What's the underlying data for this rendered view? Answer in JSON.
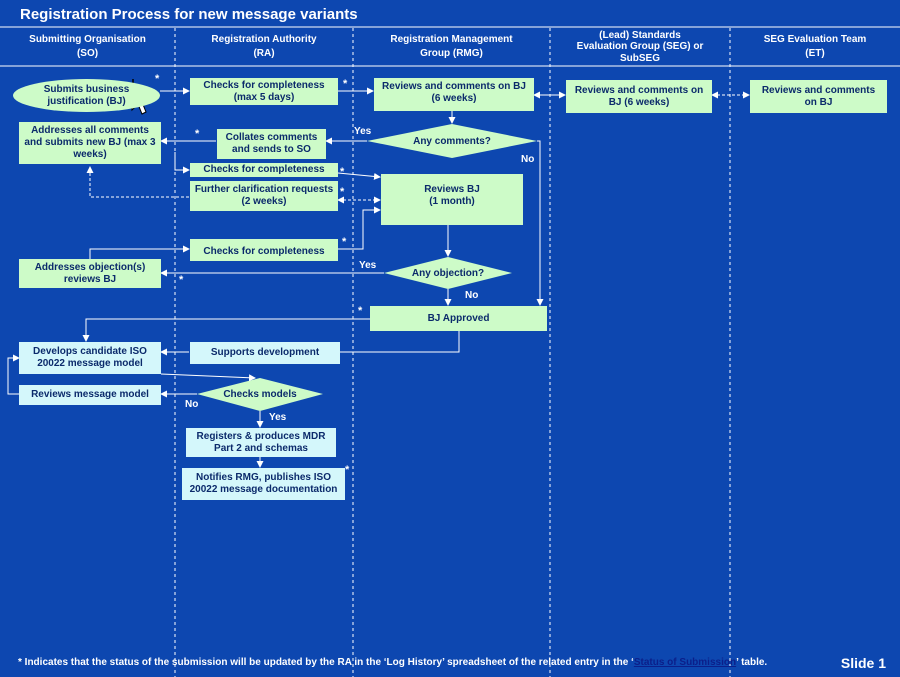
{
  "title": "Registration Process for new message variants",
  "lanes": [
    {
      "line1": "Submitting Organisation",
      "line2": "(SO)"
    },
    {
      "line1": "Registration Authority",
      "line2": "(RA)"
    },
    {
      "line1": "Registration Management",
      "line2": "Group (RMG)"
    },
    {
      "line1": "(Lead) Standards",
      "line2": "Evaluation Group (SEG) or",
      "line3": "SubSEG"
    },
    {
      "line1": "SEG Evaluation Team",
      "line2": "(ET)"
    }
  ],
  "boxes": {
    "so_submit": [
      "Submits business",
      "justification (BJ)"
    ],
    "ra_check1": [
      "Checks for completeness",
      "(max 5 days)"
    ],
    "rmg_review1": [
      "Reviews and comments on BJ",
      "(6 weeks)"
    ],
    "seg_review": [
      "Reviews and comments on",
      "BJ (6 weeks)"
    ],
    "et_review": [
      "Reviews and comments",
      "on BJ"
    ],
    "so_address": [
      "Addresses all comments",
      "and submits new BJ (max 3",
      "weeks)"
    ],
    "ra_collate": [
      "Collates comments",
      "and sends to SO"
    ],
    "ra_check2": [
      "Checks for completeness"
    ],
    "ra_clarify": [
      "Further clarification requests",
      "(2 weeks)"
    ],
    "rmg_review2": [
      "Reviews BJ",
      "(1 month)"
    ],
    "ra_check3": [
      "Checks for completeness"
    ],
    "so_objection": [
      "Addresses objection(s)",
      "reviews BJ"
    ],
    "rmg_approved": [
      "BJ Approved"
    ],
    "so_develop": [
      "Develops candidate ISO",
      "20022 message model"
    ],
    "ra_support": [
      "Supports development"
    ],
    "so_reviews_model": [
      "Reviews message model"
    ],
    "ra_registers": [
      "Registers & produces MDR",
      "Part 2 and schemas"
    ],
    "ra_notifies": [
      "Notifies RMG, publishes ISO",
      "20022 message documentation"
    ]
  },
  "decisions": {
    "any_comments": "Any comments?",
    "any_objection": "Any objection?",
    "checks_models": "Checks models"
  },
  "labels": {
    "yes": "Yes",
    "no": "No",
    "star": "*"
  },
  "footnote": {
    "before": "* Indicates that the status of the submission will be updated by the RA in the ‘Log History’ spreadsheet of the related entry in the ‘",
    "link": "Status of Submission",
    "after": "’ table."
  },
  "slide": "Slide 1",
  "colors": {
    "background": "#0d47b0",
    "box_fill": "#cdfbc8",
    "box_fill_alt": "#d4f7fb",
    "box_text": "#0b2a6b",
    "line": "#ffffff"
  }
}
